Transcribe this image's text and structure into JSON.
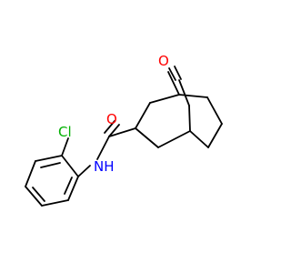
{
  "molecule": {
    "atoms": {
      "ketone_oxygen": {
        "label": "O",
        "color": "#ff0000"
      },
      "amide_oxygen": {
        "label": "O",
        "color": "#ff0000"
      },
      "amide_nitrogen": {
        "label": "NH",
        "color": "#0000ff"
      },
      "chlorine": {
        "label": "Cl",
        "color": "#00b000"
      }
    },
    "bond_color": "#000000"
  }
}
